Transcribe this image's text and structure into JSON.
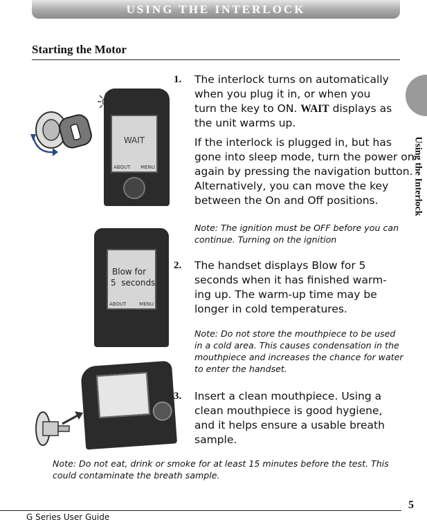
{
  "header": {
    "banner": "USING THE INTERLOCK"
  },
  "side_tab": {
    "label": "Using the Interlock"
  },
  "section": {
    "title": "Starting the Motor"
  },
  "steps": [
    {
      "number": "1.",
      "lines": [
        "The interlock turns on automatically",
        "when you plug it in, or when you"
      ],
      "line3_pre": "turn the key to ON. ",
      "line3_bold": "WAIT",
      "line3_post": " displays as",
      "line4": "the unit warms up."
    },
    {
      "number": "2.",
      "lines": [
        "The handset displays Blow for 5",
        "seconds when it has finished warm-",
        "ing up. The warm-up time may be",
        "longer in cold temperatures."
      ]
    },
    {
      "number": "3.",
      "lines": [
        "Insert a clean mouthpiece. Using a",
        "clean mouthpiece is good hygiene,",
        "and it helps ensure a usable breath",
        "sample."
      ]
    }
  ],
  "paragraph_sleep": [
    "If the interlock is plugged in, but has",
    "gone into sleep mode, turn the power on",
    "again by pressing the navigation button.",
    "Alternatively, you can move the key",
    "between the On and Off positions."
  ],
  "notes": {
    "ignition": [
      "Note: The ignition must be OFF before you can",
      "continue. Turning on the ignition"
    ],
    "mouthpiece": [
      "Note: Do not store the mouthpiece to be used",
      "in a cold area. This causes condensation in the",
      "mouthpiece and increases the chance for water",
      "to enter the handset."
    ],
    "eat": [
      "Note: Do not eat, drink or smoke for at least 15 minutes before the test. This",
      "could contaminate the breath sample."
    ]
  },
  "device1": {
    "screen_text": "WAIT",
    "left_soft_key": "ABOUT",
    "right_soft_key": "MENU"
  },
  "device2": {
    "screen_line1": "Blow for",
    "screen_line2": "5  seconds",
    "left_soft_key": "ABOUT",
    "right_soft_key": "MENU"
  },
  "footer": {
    "guide": "G Series User Guide",
    "page": "5"
  }
}
